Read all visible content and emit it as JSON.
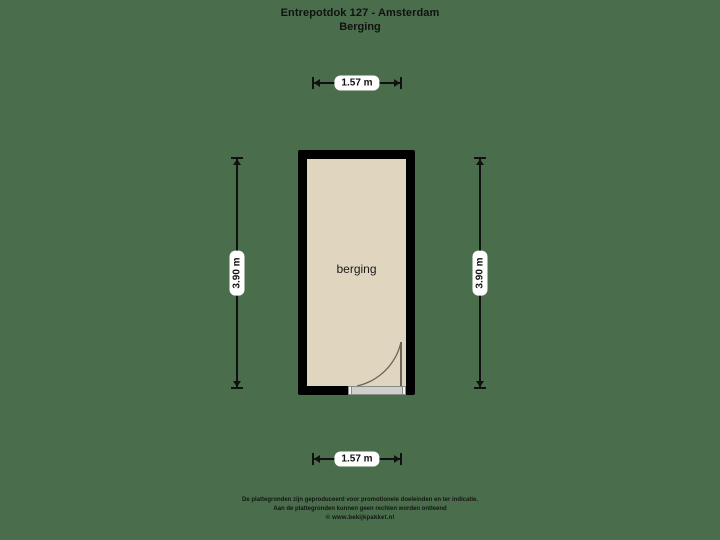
{
  "title": {
    "address": "Entrepotdok 127 - Amsterdam",
    "subtitle": "Berging"
  },
  "colors": {
    "background": "#4a6e4c",
    "wall": "#000000",
    "floor": "#e0d5bf",
    "label_background": "#ffffff",
    "text": "#111111",
    "sill": "#cfcfcb"
  },
  "plan": {
    "room_label": "berging",
    "door": {
      "swing": "left",
      "hinge": "bottom-right"
    }
  },
  "dimensions": {
    "top": {
      "value": "1.57 m",
      "axis": "horizontal"
    },
    "bottom": {
      "value": "1.57 m",
      "axis": "horizontal"
    },
    "left": {
      "value": "3.90 m",
      "axis": "vertical"
    },
    "right": {
      "value": "3.90 m",
      "axis": "vertical"
    }
  },
  "footer": {
    "line1": "De plattegronden zijn geproduceerd voor promotionele doeleinden en ter indicatie.",
    "line2": "Aan de plattegronden kunnen geen rechten worden ontleend",
    "line3": "© www.bekijkpakket.nl"
  }
}
